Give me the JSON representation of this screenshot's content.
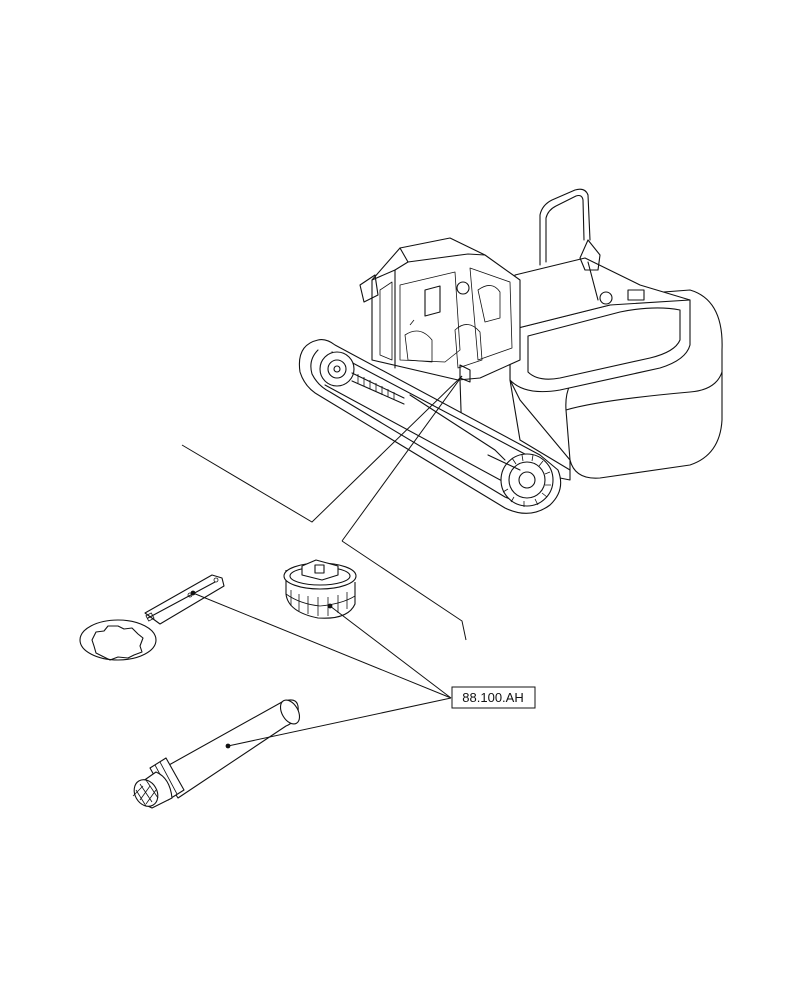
{
  "callout": {
    "reference": "88.100.AH"
  },
  "parts": [
    {
      "name": "filter-wrench",
      "type": "spanner-wrench"
    },
    {
      "name": "filter-cup-socket",
      "type": "cap-wrench"
    },
    {
      "name": "grease-gun-tube",
      "type": "tube-tool"
    }
  ],
  "machine": {
    "type": "crawler-excavator"
  }
}
